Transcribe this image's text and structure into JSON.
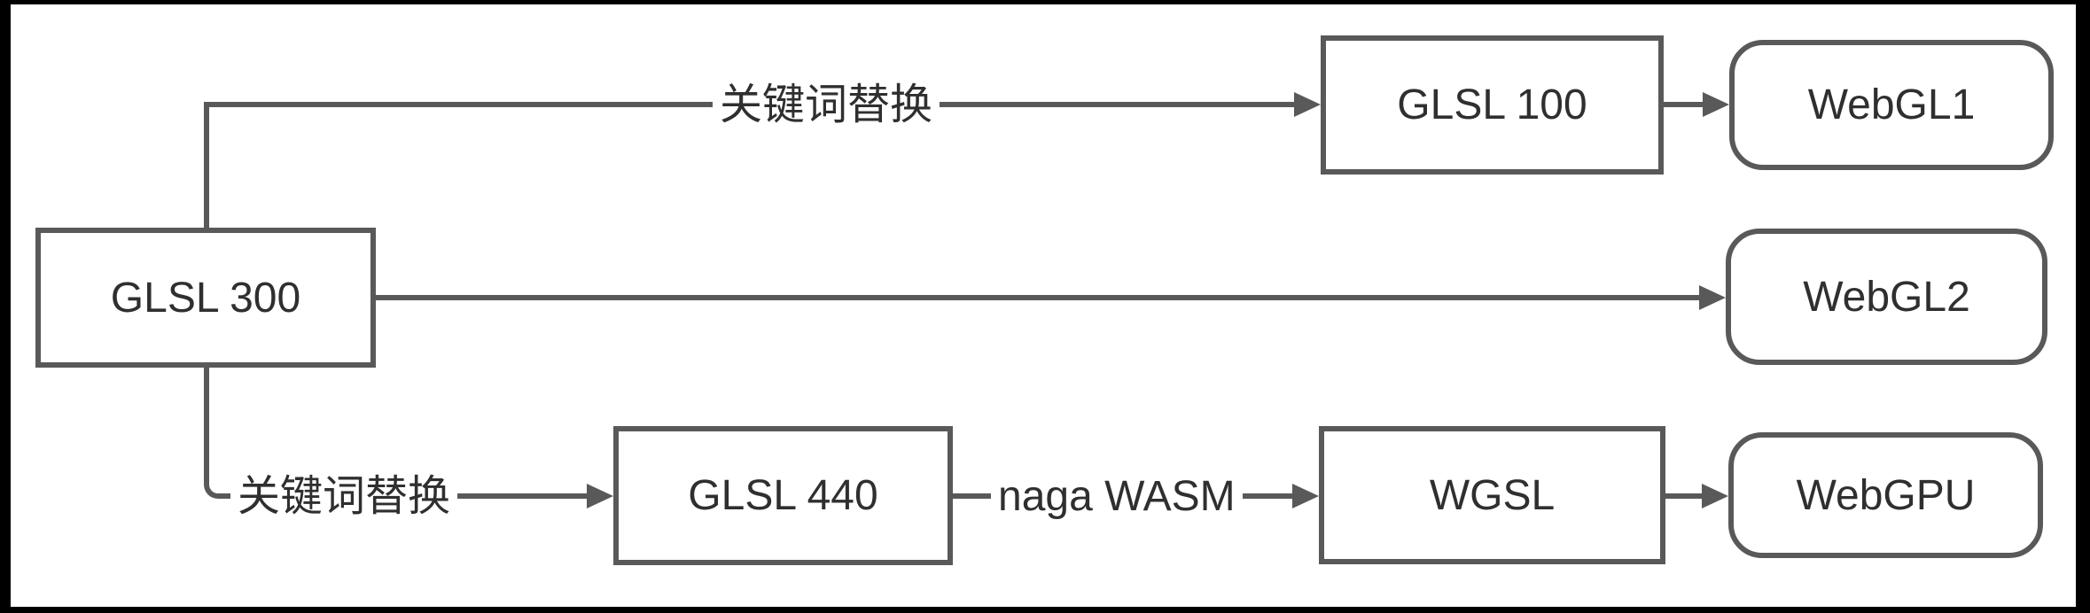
{
  "diagram": {
    "nodes": {
      "glsl300": {
        "label": "GLSL 300",
        "shape": "rectangle"
      },
      "glsl100": {
        "label": "GLSL 100",
        "shape": "rectangle"
      },
      "webgl1": {
        "label": "WebGL1",
        "shape": "rounded"
      },
      "webgl2": {
        "label": "WebGL2",
        "shape": "rounded"
      },
      "glsl440": {
        "label": "GLSL 440",
        "shape": "rectangle"
      },
      "wgsl": {
        "label": "WGSL",
        "shape": "rectangle"
      },
      "webgpu": {
        "label": "WebGPU",
        "shape": "rounded"
      }
    },
    "edges": {
      "glsl300_to_glsl100": {
        "label": "关键词替换"
      },
      "glsl300_to_webgl2": {
        "label": ""
      },
      "glsl300_to_glsl440": {
        "label": "关键词替换"
      },
      "glsl100_to_webgl1": {
        "label": ""
      },
      "glsl440_to_wgsl": {
        "label": "naga WASM"
      },
      "wgsl_to_webgpu": {
        "label": ""
      }
    },
    "colors": {
      "stroke": "#595959",
      "text": "#2f2f2f",
      "canvas_background": "#ffffff",
      "frame": "#000000"
    }
  }
}
